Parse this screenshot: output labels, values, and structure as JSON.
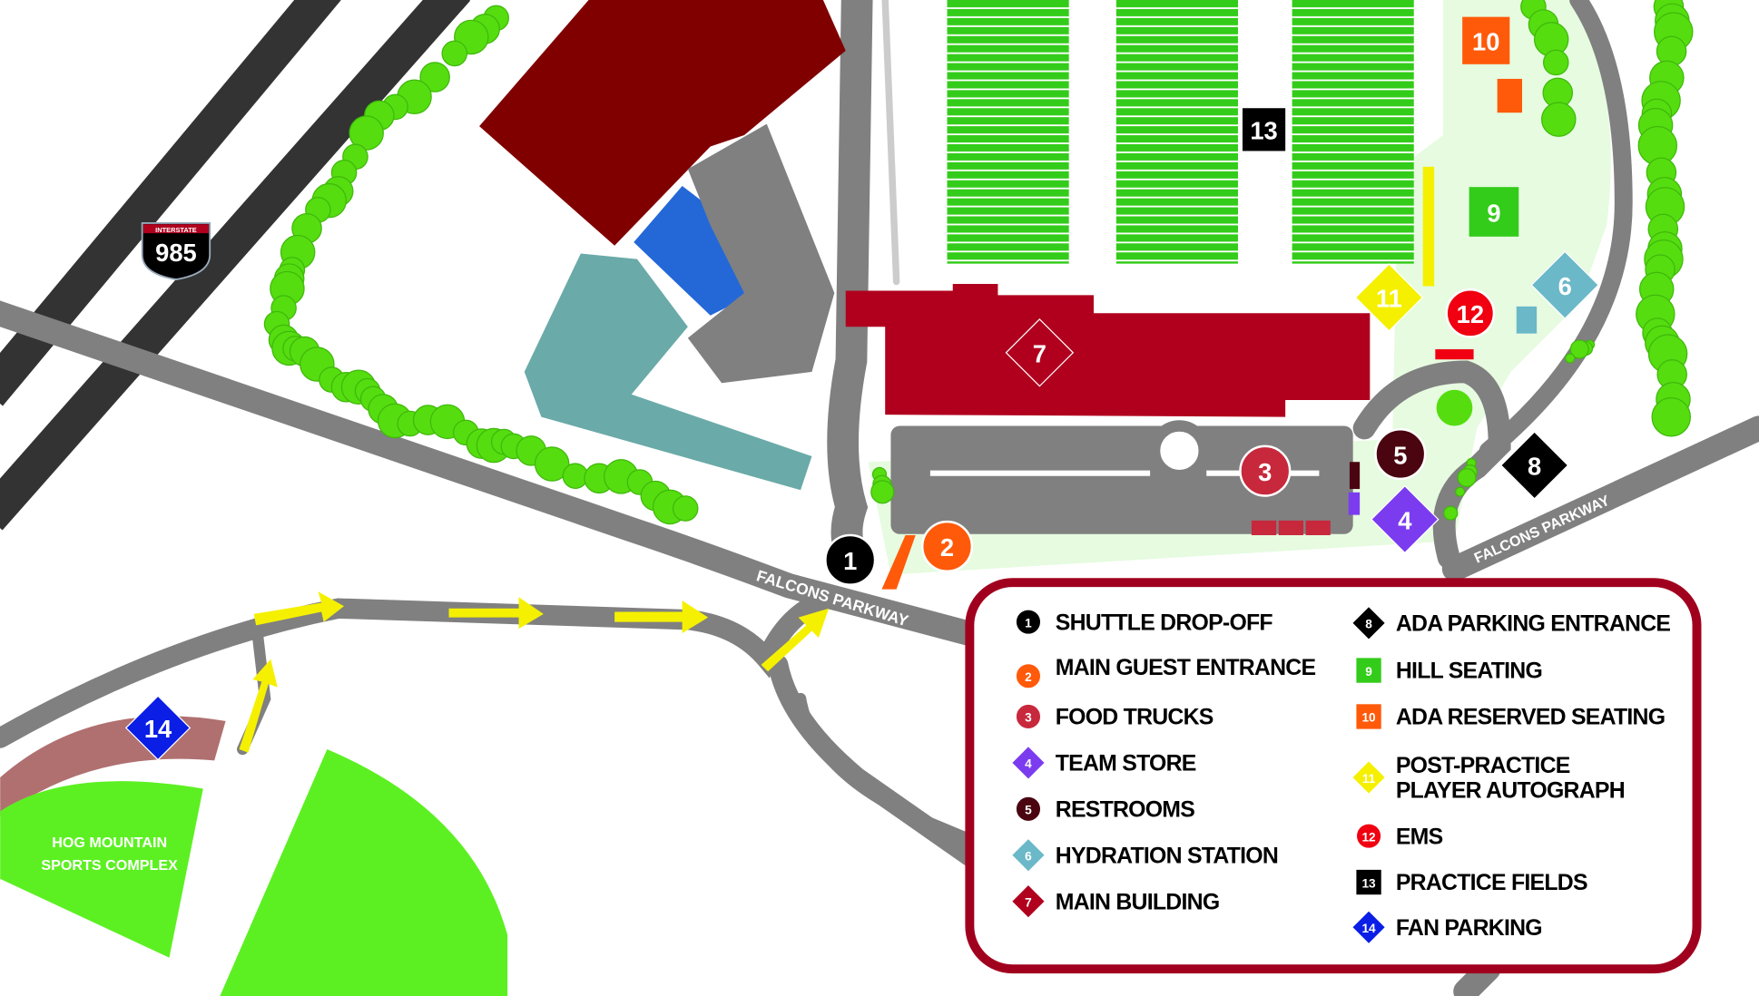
{
  "highway_shield": {
    "top": "INTERSTATE",
    "number": "985"
  },
  "road_labels": {
    "falcons_parkway_west": "FALCONS PARKWAY",
    "falcons_parkway_east": "FALCONS PARKWAY"
  },
  "complex_label": {
    "line1": "HOG MOUNTAIN",
    "line2": "SPORTS COMPLEX"
  },
  "markers": [
    {
      "num": "1",
      "label": "SHUTTLE DROP-OFF",
      "shape": "circle",
      "color": "#000000"
    },
    {
      "num": "2",
      "label": "MAIN GUEST ENTRANCE",
      "shape": "circle",
      "color": "#ff5a0a"
    },
    {
      "num": "3",
      "label": "FOOD TRUCKS",
      "shape": "circle",
      "color": "#c8283c"
    },
    {
      "num": "4",
      "label": "TEAM STORE",
      "shape": "diamond",
      "color": "#7b3cf0"
    },
    {
      "num": "5",
      "label": "RESTROOMS",
      "shape": "circle",
      "color": "#4a0510"
    },
    {
      "num": "6",
      "label": "HYDRATION STATION",
      "shape": "diamond",
      "color": "#6ab8c8"
    },
    {
      "num": "7",
      "label": "MAIN BUILDING",
      "shape": "diamond",
      "color": "#b0001e"
    },
    {
      "num": "8",
      "label": "ADA PARKING ENTRANCE",
      "shape": "diamond",
      "color": "#000000"
    },
    {
      "num": "9",
      "label": "HILL SEATING",
      "shape": "square",
      "color": "#33cc1a"
    },
    {
      "num": "10",
      "label": "ADA RESERVED SEATING",
      "shape": "square",
      "color": "#ff5a0a"
    },
    {
      "num": "11",
      "label": "POST-PRACTICE",
      "label2": "PLAYER AUTOGRAPH",
      "shape": "diamond",
      "color": "#f5f000"
    },
    {
      "num": "12",
      "label": "EMS",
      "shape": "circle",
      "color": "#f00010"
    },
    {
      "num": "13",
      "label": "PRACTICE FIELDS",
      "shape": "square",
      "color": "#000000"
    },
    {
      "num": "14",
      "label": "FAN PARKING",
      "shape": "diamond",
      "color": "#0a1ee6"
    }
  ],
  "colors": {
    "road": "#808080",
    "highway": "#333333",
    "legend_border": "#a0001e",
    "tree": "#55dd10",
    "field": "#33cc1a",
    "grass": "#5cf022"
  }
}
